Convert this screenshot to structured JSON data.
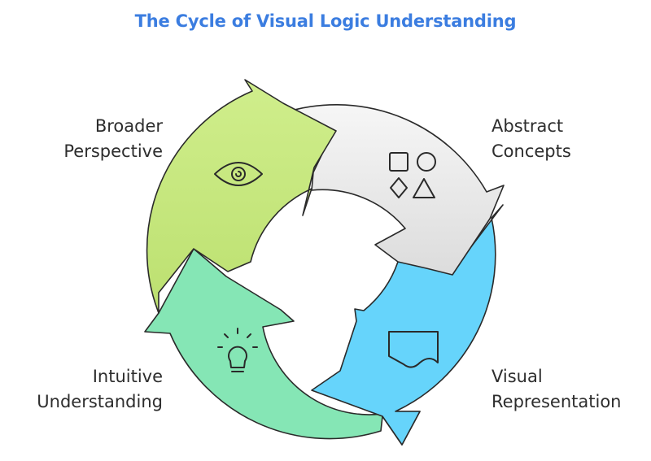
{
  "title": "The Cycle of Visual Logic Understanding",
  "colors": {
    "title": "#3b7de0",
    "broader": "#c7e97f",
    "abstract": "#f1f1f1",
    "visual": "#66d4fb",
    "intuitive": "#85e6b5"
  },
  "segments": [
    {
      "id": "abstract",
      "lines": [
        "Abstract",
        "Concepts"
      ],
      "icon": "shapes-icon"
    },
    {
      "id": "visual",
      "lines": [
        "Visual",
        "Representation"
      ],
      "icon": "document-icon"
    },
    {
      "id": "intuitive",
      "lines": [
        "Intuitive",
        "Understanding"
      ],
      "icon": "lightbulb-icon"
    },
    {
      "id": "broader",
      "lines": [
        "Broader",
        "Perspective"
      ],
      "icon": "eye-icon"
    }
  ]
}
